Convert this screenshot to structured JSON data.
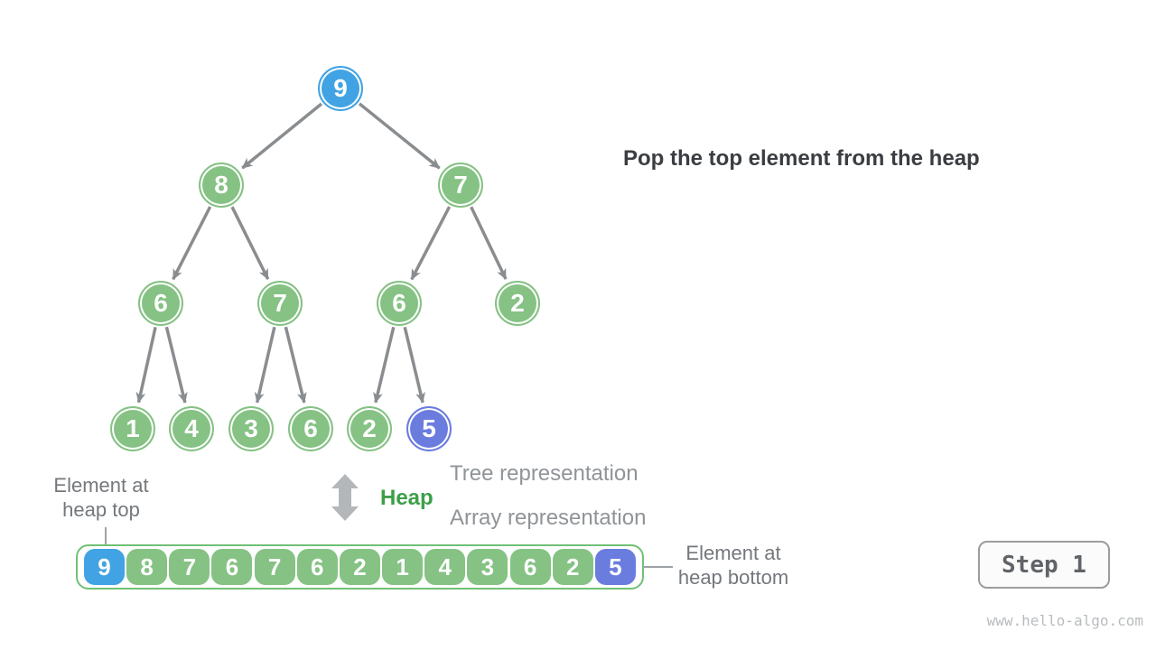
{
  "title": "Pop the top element from the heap",
  "step_button": {
    "label": "Step 1"
  },
  "watermark": "www.hello-algo.com",
  "legend": {
    "heap_label": "Heap",
    "tree_representation": "Tree representation",
    "array_representation": "Array representation",
    "heap_top_line1": "Element at",
    "heap_top_line2": "heap top",
    "heap_bottom_line1": "Element at",
    "heap_bottom_line2": "heap bottom"
  },
  "colors": {
    "node_blue": "#41A3E3",
    "node_green": "#85C284",
    "node_purple": "#6B7CDF",
    "edge_gray": "#8A8D90",
    "array_border_green": "#70C175",
    "heap_text_green": "#3D9F47",
    "title_gray": "#3A3E42",
    "label_gray": "#74787C",
    "representation_gray": "#909498",
    "connector_gray": "#9EA2A6",
    "updown_arrow_gray": "#B4B7BA",
    "step_border_gray": "#9A9DA0",
    "step_text_gray": "#606468",
    "watermark_gray": "#B9BCBF"
  },
  "tree": {
    "node_values": [
      9,
      8,
      7,
      6,
      7,
      6,
      2,
      1,
      4,
      3,
      6,
      2,
      5
    ],
    "node_colors": [
      "blue",
      "green",
      "green",
      "green",
      "green",
      "green",
      "green",
      "green",
      "green",
      "green",
      "green",
      "green",
      "purple"
    ],
    "positions": [
      [
        377,
        98
      ],
      [
        245,
        205
      ],
      [
        510,
        205
      ],
      [
        178,
        336
      ],
      [
        310,
        336
      ],
      [
        442,
        336
      ],
      [
        573,
        336
      ],
      [
        147,
        475
      ],
      [
        212,
        475
      ],
      [
        278,
        475
      ],
      [
        344,
        475
      ],
      [
        409,
        475
      ],
      [
        475,
        475
      ]
    ],
    "edges": [
      [
        0,
        1
      ],
      [
        0,
        2
      ],
      [
        1,
        3
      ],
      [
        1,
        4
      ],
      [
        2,
        5
      ],
      [
        2,
        6
      ],
      [
        3,
        7
      ],
      [
        3,
        8
      ],
      [
        4,
        9
      ],
      [
        4,
        10
      ],
      [
        5,
        11
      ],
      [
        5,
        12
      ]
    ]
  },
  "array": {
    "values": [
      9,
      8,
      7,
      6,
      7,
      6,
      2,
      1,
      4,
      3,
      6,
      2,
      5
    ],
    "cell_colors": [
      "blue",
      "green",
      "green",
      "green",
      "green",
      "green",
      "green",
      "green",
      "green",
      "green",
      "green",
      "green",
      "purple"
    ]
  }
}
